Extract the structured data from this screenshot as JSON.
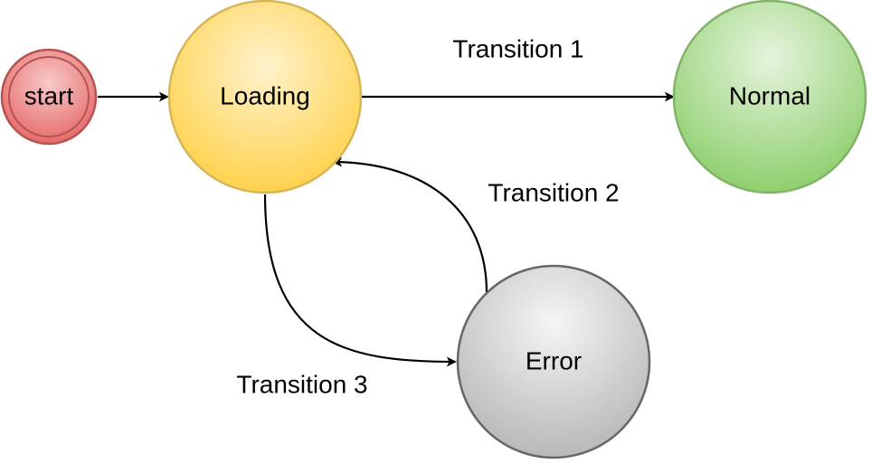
{
  "nodes": {
    "start": {
      "label": "start",
      "fill": "#F08080",
      "stroke": "#B85450"
    },
    "loading": {
      "label": "Loading",
      "fill": "#FFD966",
      "stroke": "#D6B656"
    },
    "normal": {
      "label": "Normal",
      "fill": "#97D077",
      "stroke": "#82B366"
    },
    "error": {
      "label": "Error",
      "fill": "#CCCCCC",
      "stroke": "#666666"
    }
  },
  "edges": {
    "start_to_loading": {
      "label": ""
    },
    "transition_1": {
      "label": "Transition 1"
    },
    "transition_2": {
      "label": "Transition 2"
    },
    "transition_3": {
      "label": "Transition 3"
    }
  },
  "colors": {
    "edge": "#000000"
  }
}
